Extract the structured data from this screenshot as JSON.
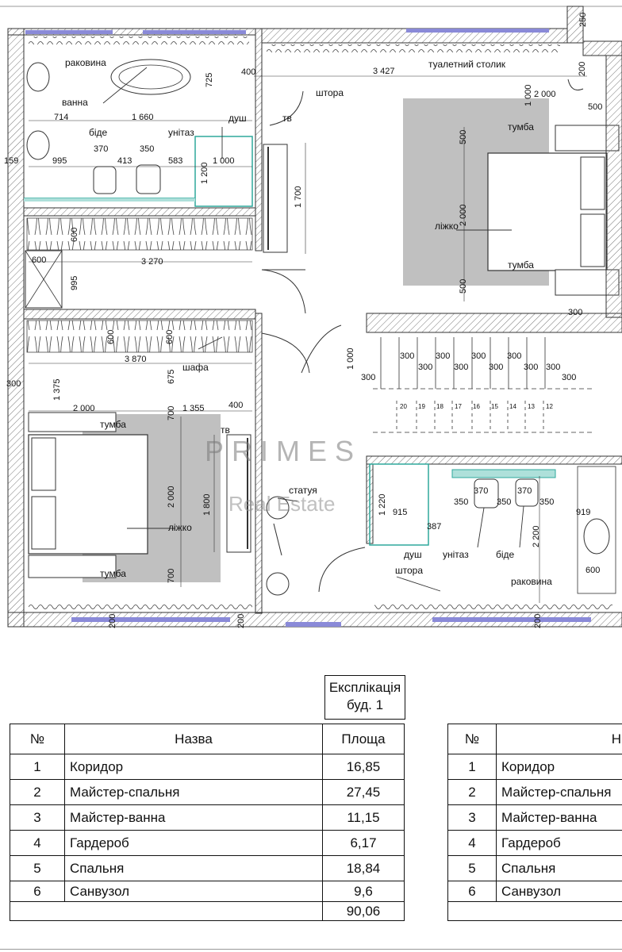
{
  "plan": {
    "room_labels": {
      "sink_top": "раковина",
      "bath": "ванна",
      "bidet_top": "біде",
      "toilet_top": "унітаз",
      "shower_top": "душ",
      "tv_top": "тв",
      "curtain_top": "штора",
      "dressing_table": "туалетний столик",
      "nightstand_1": "тумба",
      "bed_top": "ліжко",
      "nightstand_2": "тумба",
      "wardrobe": "шафа",
      "nightstand_3": "тумба",
      "tv_bottom": "тв",
      "statue": "статуя",
      "bed_bottom": "ліжко",
      "nightstand_4": "тумба",
      "shower_bottom": "душ",
      "toilet_bottom": "унітаз",
      "bidet_bottom": "біде",
      "curtain_bottom": "штора",
      "sink_bottom": "раковина"
    },
    "dims": {
      "d250": "250",
      "d725": "725",
      "d400a": "400",
      "d3427": "3 427",
      "d200a": "200",
      "d500a": "500",
      "d1000a": "1 000",
      "d2000a": "2 000",
      "d714": "714",
      "d1660": "1 660",
      "d370a": "370",
      "d350a": "350",
      "d159": "159",
      "d995a": "995",
      "d413": "413",
      "d583": "583",
      "d1200": "1 200",
      "d1000b": "1 000",
      "d1700": "1 700",
      "d500b": "500",
      "d2000b": "2 000",
      "d500c": "500",
      "d600a": "600",
      "d600b": "600",
      "d3270": "3 270",
      "d995b": "995",
      "d300a": "300",
      "d600c": "600",
      "d600d": "600",
      "d3870": "3 870",
      "d675": "675",
      "d300b": "300",
      "d1375": "1 375",
      "d1000c": "1 000",
      "d2000c": "2 000",
      "d700a": "700",
      "d1355": "1 355",
      "d400b": "400",
      "d2000d": "2 000",
      "d1800": "1 800",
      "d700b": "700",
      "d200b": "200",
      "d200c": "200",
      "s1": "300",
      "s2": "300",
      "s3": "300",
      "s4": "300",
      "s5": "300",
      "s6": "300",
      "s7": "300",
      "s8": "300",
      "s9": "300",
      "s10": "300",
      "s11": "300",
      "d1220": "1 220",
      "d915": "915",
      "d387": "387",
      "d370b": "370",
      "d370c": "370",
      "d350b": "350",
      "d350c": "350",
      "d350d": "350",
      "d2200": "2 200",
      "d919": "919",
      "d600e": "600",
      "d200d": "200"
    },
    "steps": [
      "20",
      "19",
      "18",
      "17",
      "16",
      "15",
      "14",
      "13",
      "12"
    ],
    "watermark": {
      "logo": "PRIMES",
      "sub": "Real Estate"
    }
  },
  "explication": {
    "header_line1": "Експлікація",
    "header_line2": "буд. 1",
    "columns": {
      "num": "№",
      "name": "Назва",
      "area": "Площа"
    },
    "rows": [
      {
        "num": "1",
        "name": "Коридор",
        "area": "16,85"
      },
      {
        "num": "2",
        "name": "Майстер-спальня",
        "area": "27,45"
      },
      {
        "num": "3",
        "name": "Майстер-ванна",
        "area": "11,15"
      },
      {
        "num": "4",
        "name": "Гардероб",
        "area": "6,17"
      },
      {
        "num": "5",
        "name": "Спальня",
        "area": "18,84"
      },
      {
        "num": "6",
        "name": "Санвузол",
        "area": "9,6"
      }
    ],
    "total": "90,06",
    "second_table": {
      "num_header": "№",
      "name_header_partial": "Н",
      "rows": [
        {
          "num": "1",
          "name": "Коридор"
        },
        {
          "num": "2",
          "name": "Майстер-спальня"
        },
        {
          "num": "3",
          "name": "Майстер-ванна"
        },
        {
          "num": "4",
          "name": "Гардероб"
        },
        {
          "num": "5",
          "name": "Спальня"
        },
        {
          "num": "6",
          "name": "Санвузол"
        }
      ]
    }
  }
}
